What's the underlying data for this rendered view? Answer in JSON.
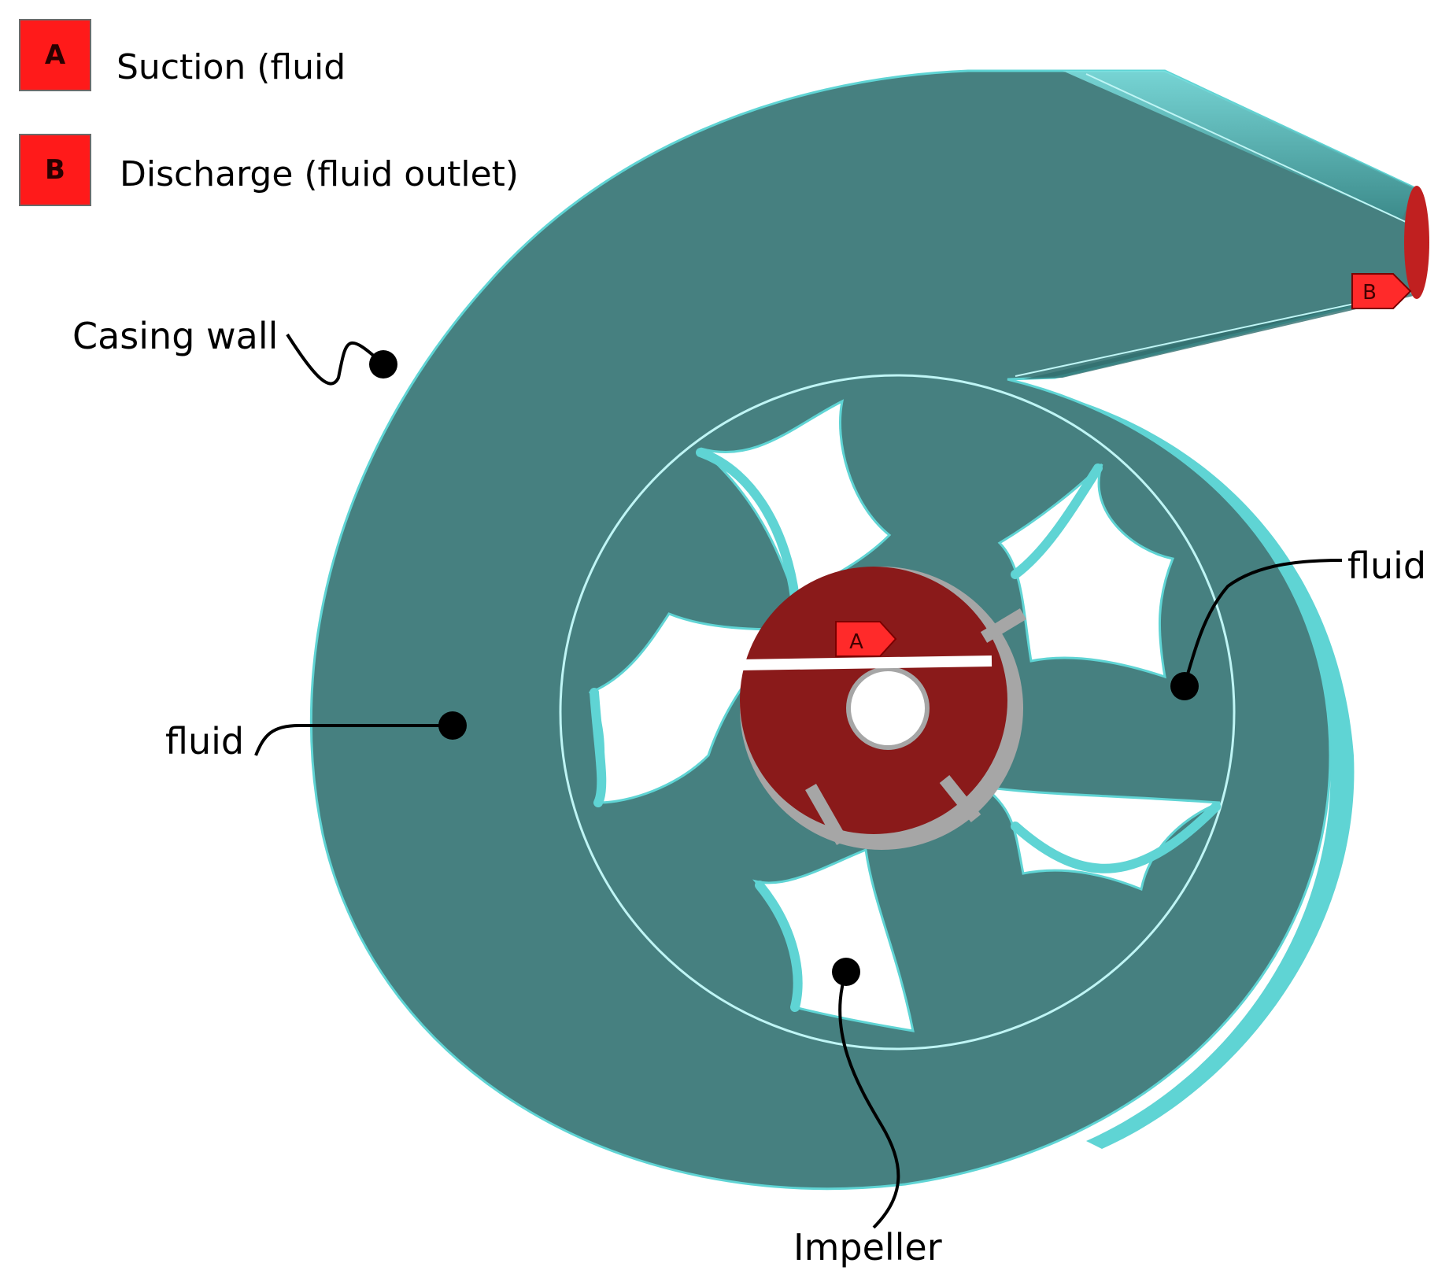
{
  "legend": [
    {
      "key": "A",
      "label": "Suction (fluid"
    },
    {
      "key": "B",
      "label": "Discharge (fluid outlet)"
    }
  ],
  "callouts": {
    "casing_wall": "Casing wall",
    "fluid_left": "fluid",
    "fluid_right": "fluid",
    "impeller": "Impeller"
  },
  "markers": {
    "inlet": "A",
    "outlet": "B"
  },
  "colors": {
    "casing": "#468080",
    "casing_edge": "#5fd4d4",
    "hub": "#8a1a1a",
    "hub_side": "#a6a6a6",
    "marker": "#ff2a2a",
    "outlet_face": "#c02020"
  }
}
